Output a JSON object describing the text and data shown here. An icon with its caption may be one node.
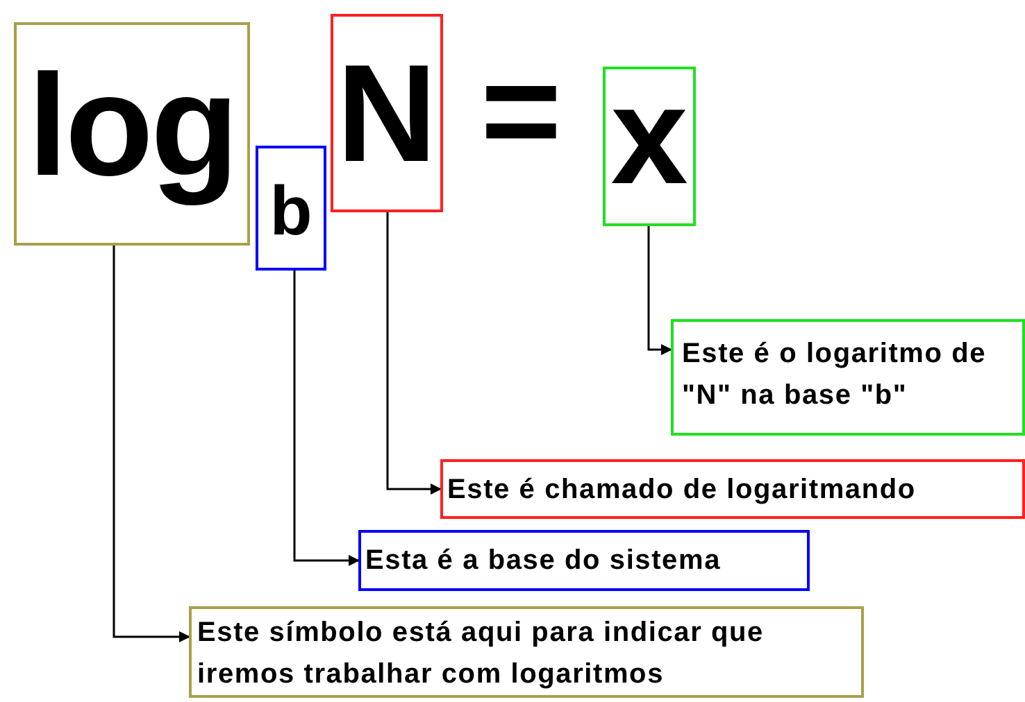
{
  "diagram": {
    "nodes": [
      {
        "text": [
          "log"
        ]
      },
      {
        "text": [
          "b"
        ]
      },
      {
        "text": [
          "N"
        ]
      },
      {
        "text": [
          "x"
        ]
      },
      {
        "text": [
          "Este é o logaritmo de \"N\" na base \"b\""
        ]
      },
      {
        "text": [
          "Este é chamado de logaritmando"
        ]
      },
      {
        "text": [
          "Esta é a base do sistema"
        ]
      },
      {
        "text": [
          "Este símbolo está aqui para indicar que iremos trabalhar com logaritmos"
        ]
      }
    ],
    "edges": [
      {
        "from": 3,
        "to": 4,
        "arrow": "to"
      },
      {
        "from": 2,
        "to": 5,
        "arrow": "to"
      },
      {
        "from": 1,
        "to": 6,
        "arrow": "to"
      },
      {
        "from": 0,
        "to": 7,
        "arrow": "to"
      }
    ],
    "labels": [
      "="
    ]
  }
}
